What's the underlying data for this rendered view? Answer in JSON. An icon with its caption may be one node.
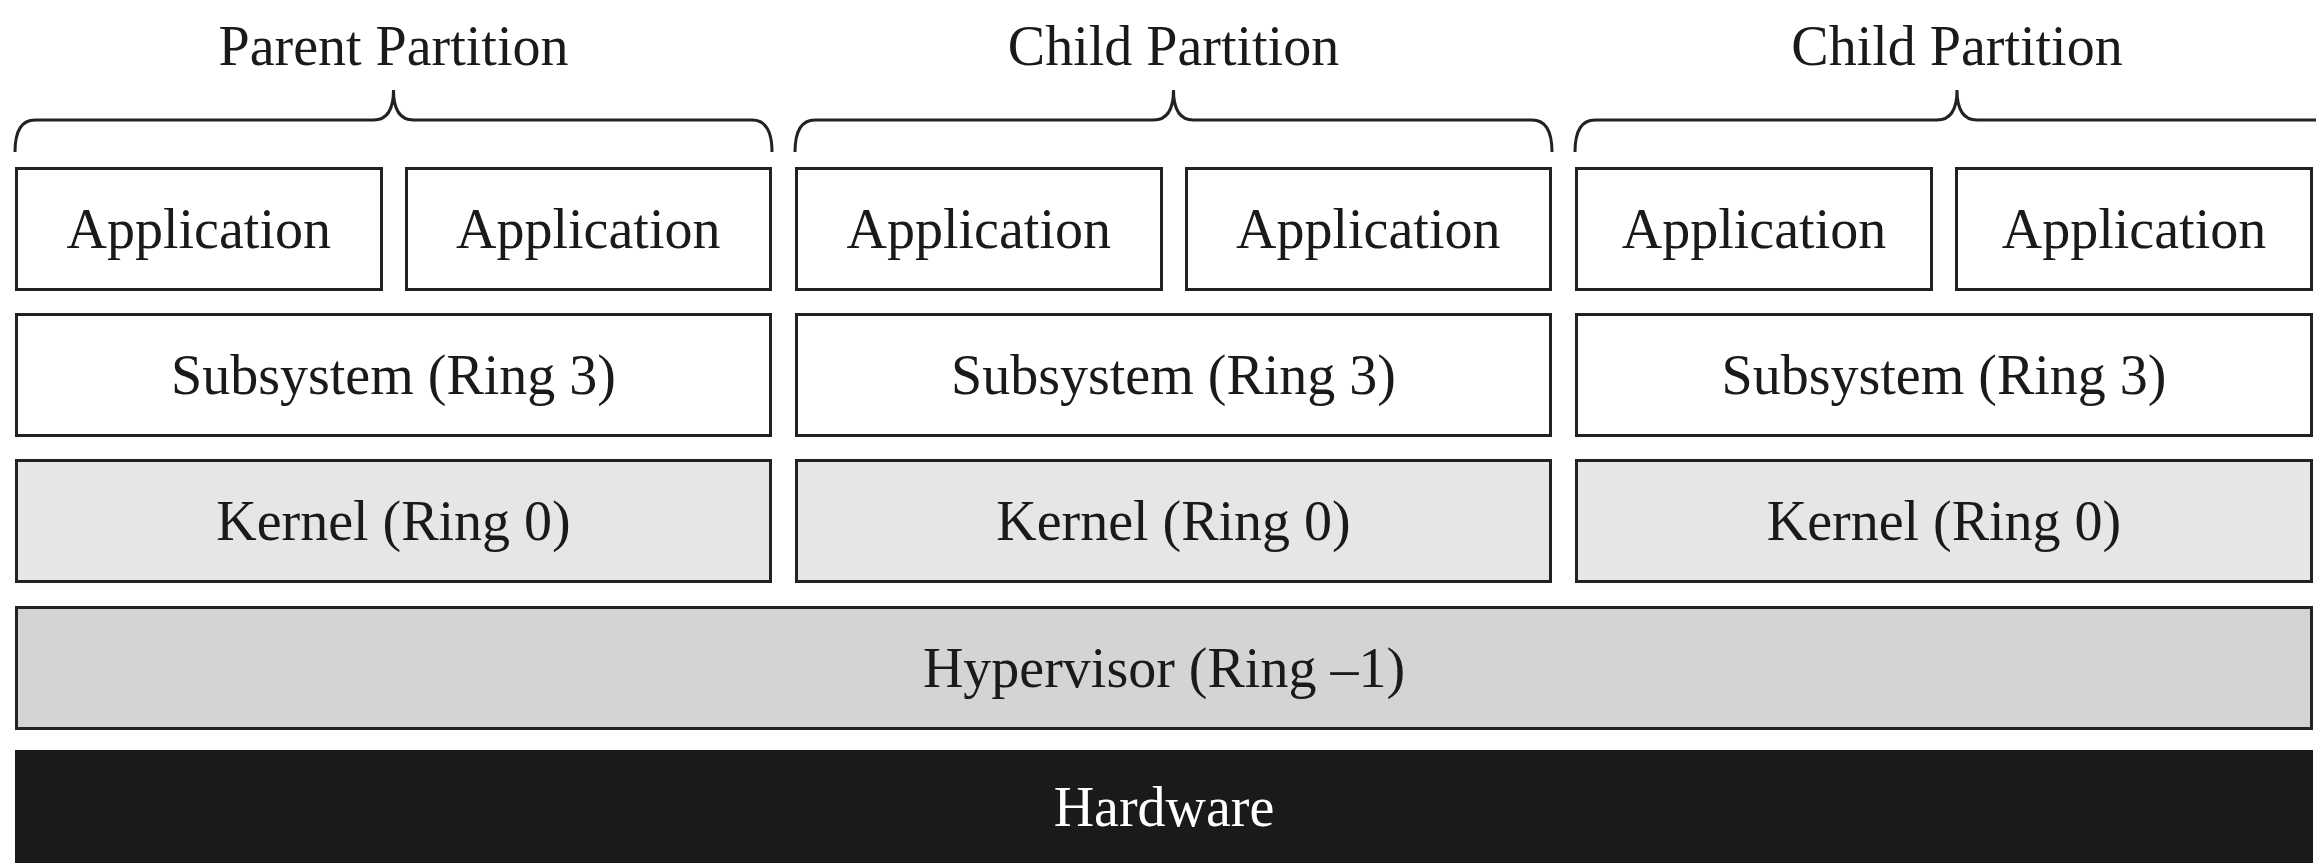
{
  "diagram": {
    "nodes": [
      {
        "text": [
          "Application"
        ]
      },
      {
        "text": [
          "Application"
        ]
      },
      {
        "text": [
          "Application"
        ]
      },
      {
        "text": [
          "Application"
        ]
      },
      {
        "text": [
          "Application"
        ]
      },
      {
        "text": [
          "Application"
        ]
      },
      {
        "text": [
          "Subsystem (Ring 3)"
        ]
      },
      {
        "text": [
          "Subsystem (Ring 3)"
        ]
      },
      {
        "text": [
          "Subsystem (Ring 3)"
        ]
      },
      {
        "text": [
          "Kernel (Ring 0)"
        ]
      },
      {
        "text": [
          "Kernel (Ring 0)"
        ]
      },
      {
        "text": [
          "Kernel (Ring 0)"
        ]
      },
      {
        "text": [
          "Hypervisor (Ring –1)"
        ]
      },
      {
        "text": [
          "Hardware"
        ]
      }
    ],
    "edges": [],
    "labels": [
      "Parent Partition",
      "Child Partition",
      "Child Partition"
    ]
  }
}
